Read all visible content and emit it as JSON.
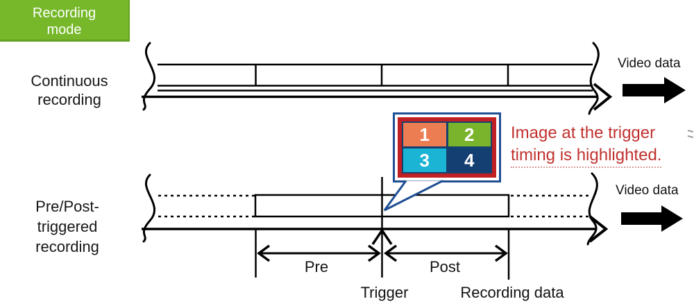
{
  "header": {
    "recording_mode_label": "Recording\nmode"
  },
  "rows": {
    "continuous": {
      "label": "Continuous\nrecording",
      "video_data_label": "Video data"
    },
    "prepost": {
      "label": "Pre/Post-\ntriggered\nrecording",
      "video_data_label": "Video data",
      "pre_label": "Pre",
      "post_label": "Post",
      "trigger_label": "Trigger",
      "recording_data_label": "Recording data"
    }
  },
  "callout": {
    "note_line1": "Image at the trigger",
    "note_line2": "timing is highlighted.",
    "cells": [
      {
        "label": "1",
        "color": "#ec7d52"
      },
      {
        "label": "2",
        "color": "#7ab42c"
      },
      {
        "label": "3",
        "color": "#1bb4d4"
      },
      {
        "label": "4",
        "color": "#143f72"
      }
    ],
    "grid_bg": "#16406f",
    "border_red": "#c01f24",
    "border_blue": "#1e4e94"
  },
  "colors": {
    "accent_green": "#76b82a",
    "note_red": "#c0312e",
    "line_black": "#000000"
  }
}
